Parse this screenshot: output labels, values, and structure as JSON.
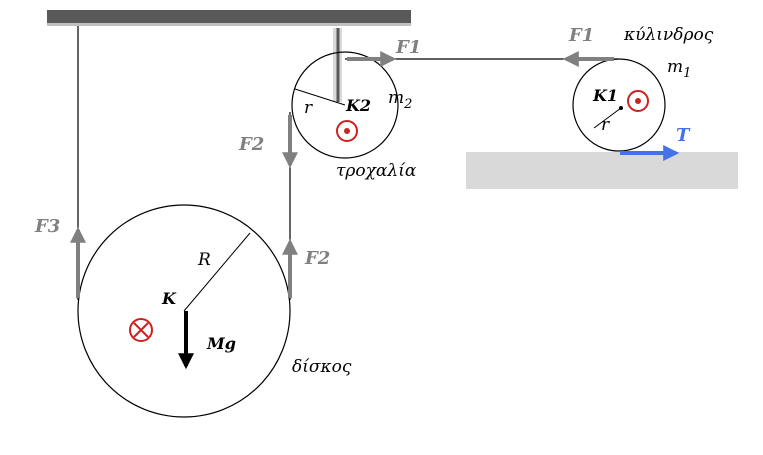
{
  "colors": {
    "force_gray": "#808080",
    "support_dark": "#595959",
    "surface_gray": "#d9d9d9",
    "tension_blue": "#4472e8",
    "axis_red": "#cc2222",
    "black": "#000000"
  },
  "icons": {
    "axis_out": "dot-in-circle-icon",
    "axis_in": "cross-in-circle-icon"
  },
  "labels": {
    "f1_left": "F1",
    "f1_right": "F1",
    "f2_left": "F2",
    "f2_right": "F2",
    "f3": "F3",
    "mg": "Mg",
    "t": "T",
    "k": "K",
    "k1": "K1",
    "k2": "K2",
    "r_big": "R",
    "r_pulley": "r",
    "r_cyl": "r",
    "m2": "m",
    "m2_sub": "2",
    "m1": "m",
    "m1_sub": "1",
    "pulley_name": "τροχαλία",
    "cylinder_name": "κύλινδρος",
    "disk_name": "δίσκος"
  }
}
